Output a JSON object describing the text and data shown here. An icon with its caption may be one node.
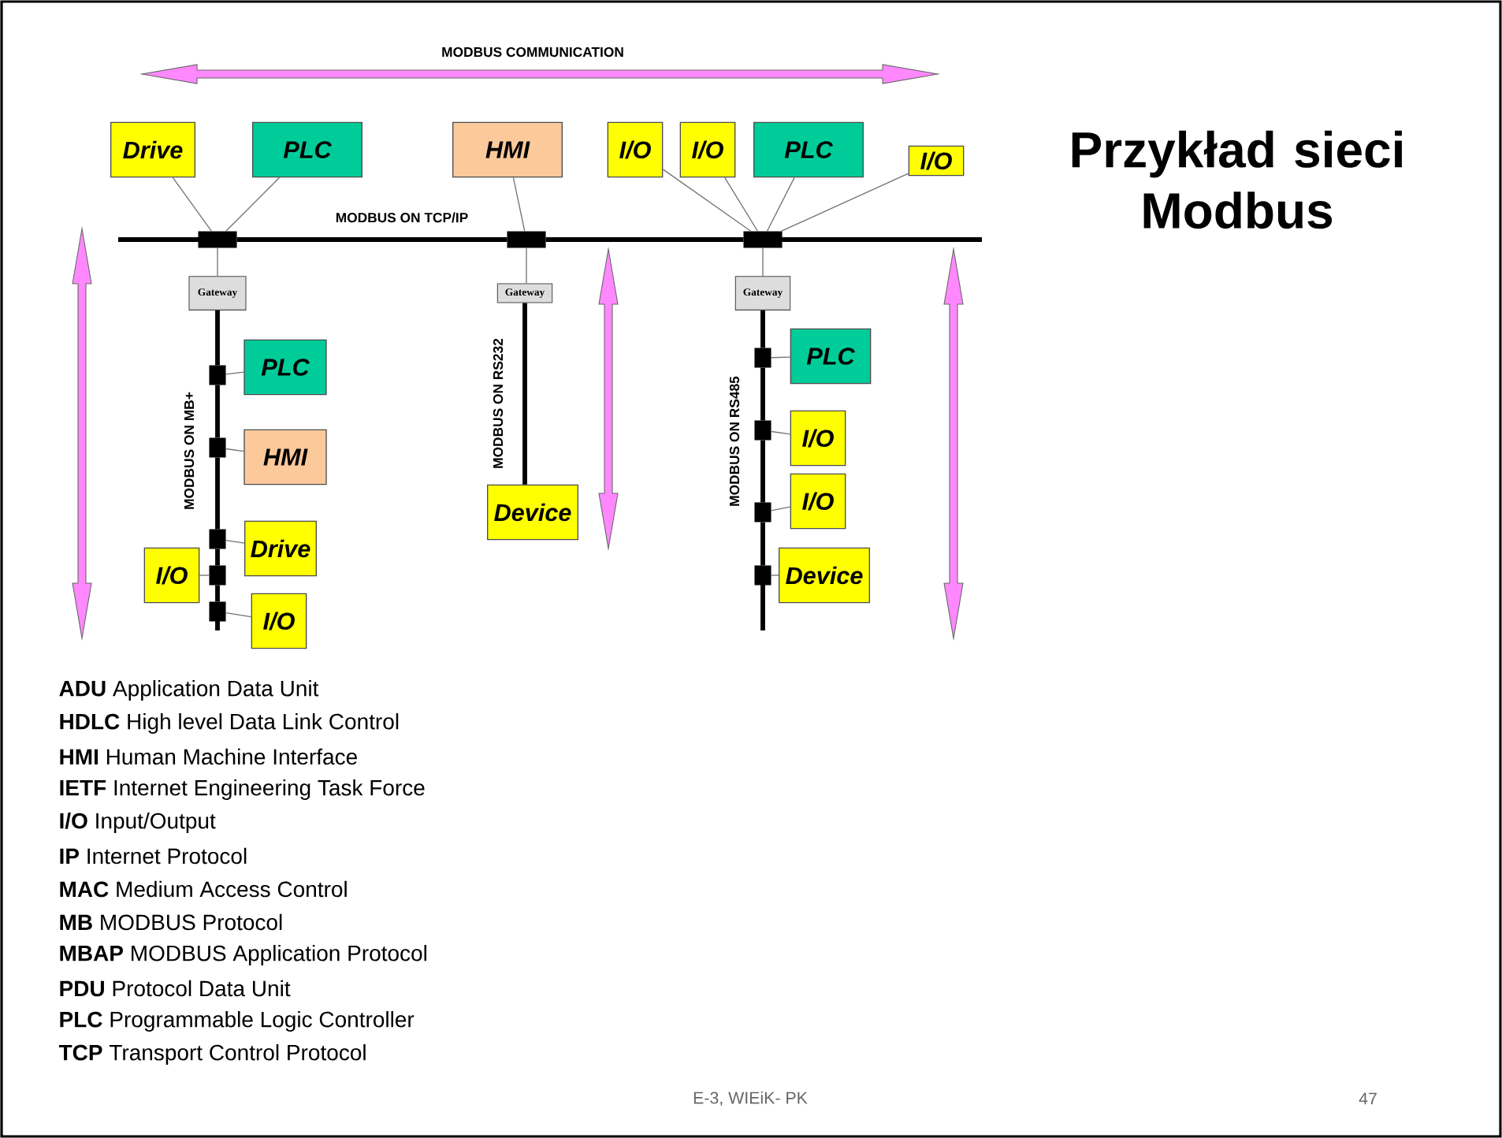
{
  "diagram": {
    "title": "Przykład sieci Modbus",
    "nodes": [
      {
        "text": [
          "Drive"
        ]
      },
      {
        "text": [
          "PLC"
        ]
      },
      {
        "text": [
          "HMI"
        ]
      },
      {
        "text": [
          "I/O"
        ]
      },
      {
        "text": [
          "I/O"
        ]
      },
      {
        "text": [
          "PLC"
        ]
      },
      {
        "text": [
          "I/O"
        ]
      },
      {
        "text": [],
        "shape": "box"
      },
      {
        "text": [],
        "shape": "box"
      },
      {
        "text": [],
        "shape": "box"
      },
      {
        "text": [
          "Gateway"
        ]
      },
      {
        "text": [
          "Gateway"
        ]
      },
      {
        "text": [
          "Gateway"
        ]
      },
      {
        "text": [
          "PLC"
        ]
      },
      {
        "text": [
          "HMI"
        ]
      },
      {
        "text": [
          "Drive"
        ]
      },
      {
        "text": [
          "I/O"
        ]
      },
      {
        "text": [
          "I/O"
        ]
      },
      {
        "text": [],
        "shape": "box"
      },
      {
        "text": [],
        "shape": "box"
      },
      {
        "text": [],
        "shape": "box"
      },
      {
        "text": [],
        "shape": "box"
      },
      {
        "text": [],
        "shape": "box"
      },
      {
        "text": [
          "Device"
        ]
      },
      {
        "text": [
          "PLC"
        ]
      },
      {
        "text": [
          "I/O"
        ]
      },
      {
        "text": [
          "I/O"
        ]
      },
      {
        "text": [
          "Device"
        ]
      },
      {
        "text": [],
        "shape": "box"
      },
      {
        "text": [],
        "shape": "box"
      },
      {
        "text": [],
        "shape": "box"
      },
      {
        "text": [],
        "shape": "box"
      }
    ],
    "edges": [
      {
        "from": 0,
        "to": 7,
        "arrow": "none"
      },
      {
        "from": 1,
        "to": 7,
        "arrow": "none"
      },
      {
        "from": 2,
        "to": 8,
        "arrow": "none"
      },
      {
        "from": 3,
        "to": 9,
        "arrow": "none"
      },
      {
        "from": 4,
        "to": 9,
        "arrow": "none"
      },
      {
        "from": 5,
        "to": 9,
        "arrow": "none"
      },
      {
        "from": 6,
        "to": 9,
        "arrow": "none"
      },
      {
        "from": 7,
        "to": 8,
        "arrow": "none",
        "style": "thick",
        "color": "#000000"
      },
      {
        "from": 8,
        "to": 9,
        "arrow": "none",
        "style": "thick",
        "color": "#000000"
      },
      {
        "from": 7,
        "to": 10,
        "arrow": "none"
      },
      {
        "from": 8,
        "to": 11,
        "arrow": "none"
      },
      {
        "from": 9,
        "to": 12,
        "arrow": "none"
      },
      {
        "from": 10,
        "to": 18,
        "arrow": "none",
        "style": "thick",
        "color": "#000000"
      },
      {
        "from": 18,
        "to": 19,
        "arrow": "none",
        "style": "thick",
        "color": "#000000"
      },
      {
        "from": 19,
        "to": 20,
        "arrow": "none",
        "style": "thick",
        "color": "#000000"
      },
      {
        "from": 20,
        "to": 21,
        "arrow": "none",
        "style": "thick",
        "color": "#000000"
      },
      {
        "from": 21,
        "to": 22,
        "arrow": "none",
        "style": "thick",
        "color": "#000000"
      },
      {
        "from": 13,
        "to": 18,
        "arrow": "none"
      },
      {
        "from": 14,
        "to": 19,
        "arrow": "none"
      },
      {
        "from": 15,
        "to": 20,
        "arrow": "none"
      },
      {
        "from": 16,
        "to": 21,
        "arrow": "none"
      },
      {
        "from": 17,
        "to": 22,
        "arrow": "none"
      },
      {
        "from": 11,
        "to": 23,
        "arrow": "none",
        "style": "thick",
        "color": "#000000"
      },
      {
        "from": 12,
        "to": 28,
        "arrow": "none",
        "style": "thick",
        "color": "#000000"
      },
      {
        "from": 28,
        "to": 29,
        "arrow": "none",
        "style": "thick",
        "color": "#000000"
      },
      {
        "from": 29,
        "to": 30,
        "arrow": "none",
        "style": "thick",
        "color": "#000000"
      },
      {
        "from": 30,
        "to": 31,
        "arrow": "none",
        "style": "thick",
        "color": "#000000"
      },
      {
        "from": 24,
        "to": 28,
        "arrow": "none"
      },
      {
        "from": 25,
        "to": 29,
        "arrow": "none"
      },
      {
        "from": 26,
        "to": 30,
        "arrow": "none"
      },
      {
        "from": 27,
        "to": 31,
        "arrow": "none"
      }
    ],
    "labels": [
      "MODBUS COMMUNICATION",
      "MODBUS ON TCP/IP",
      "MODBUS ON MB+",
      "MODBUS ON RS232",
      "MODBUS ON RS485",
      "**ADU** Application Data Unit",
      "**HDLC** High level Data Link Control",
      "**HMI** Human Machine Interface",
      "**IETF** Internet Engineering Task Force",
      "**I/O** Input/Output",
      "**IP** Internet Protocol",
      "**MAC** Medium Access Control",
      "**MB** MODBUS Protocol",
      "**MBAP** MODBUS Application Protocol",
      "**PDU** Protocol Data Unit",
      "**PLC** Programmable Logic Controller",
      "**TCP** Transport Control Protocol",
      "E-3, WIEiK- PK",
      "47"
    ]
  }
}
